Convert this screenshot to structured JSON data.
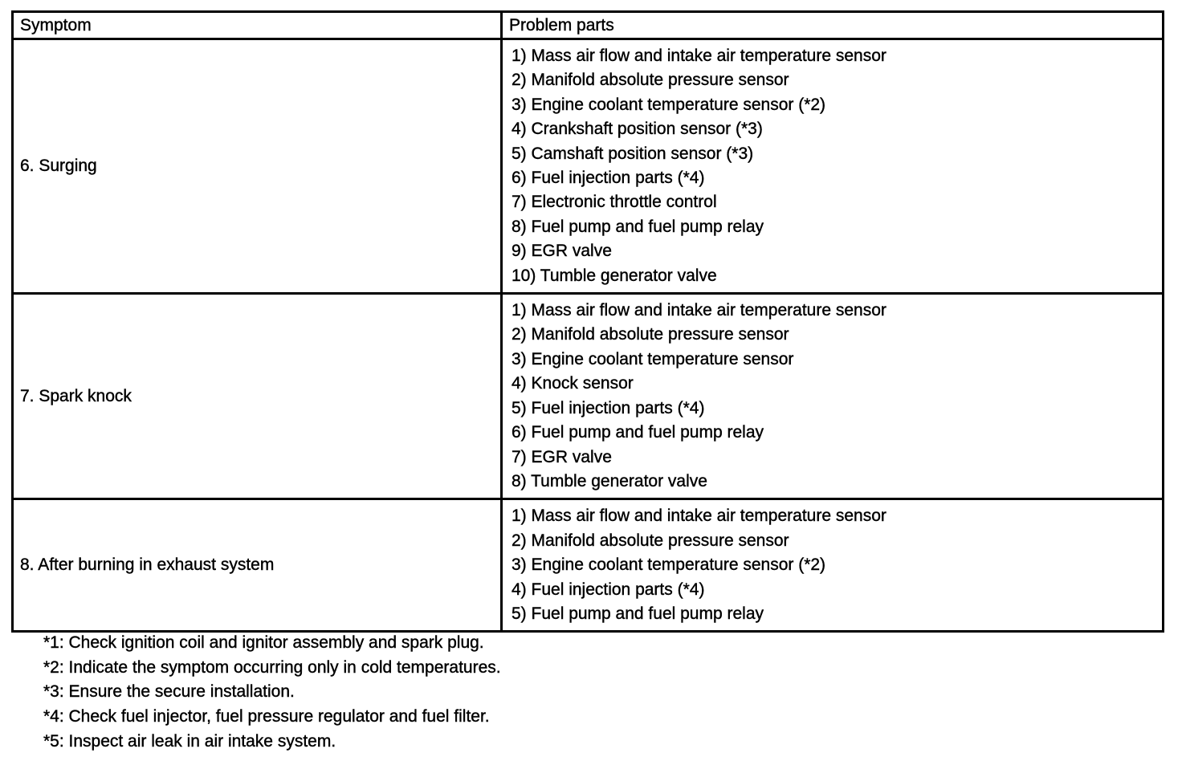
{
  "table": {
    "headers": [
      "Symptom",
      "Problem parts"
    ],
    "rows": [
      {
        "symptom": "6. Surging",
        "parts": [
          "1) Mass air flow and intake air temperature sensor",
          "2) Manifold absolute pressure sensor",
          "3) Engine coolant temperature sensor (*2)",
          "4) Crankshaft position sensor (*3)",
          "5) Camshaft position sensor (*3)",
          "6) Fuel injection parts (*4)",
          "7) Electronic throttle control",
          "8) Fuel pump and fuel pump relay",
          "9) EGR valve",
          "10) Tumble generator valve"
        ]
      },
      {
        "symptom": "7. Spark knock",
        "parts": [
          "1) Mass air flow and intake air temperature sensor",
          "2) Manifold absolute pressure sensor",
          "3) Engine coolant temperature sensor",
          "4) Knock sensor",
          "5) Fuel injection parts (*4)",
          "6) Fuel pump and fuel pump relay",
          "7) EGR valve",
          "8) Tumble generator valve"
        ]
      },
      {
        "symptom": "8. After burning in exhaust system",
        "parts": [
          "1) Mass air flow and intake air temperature sensor",
          "2) Manifold absolute pressure sensor",
          "3) Engine coolant temperature sensor (*2)",
          "4) Fuel injection parts (*4)",
          "5) Fuel pump and fuel pump relay"
        ]
      }
    ]
  },
  "footnotes": [
    "*1: Check ignition coil and ignitor assembly and spark plug.",
    "*2: Indicate the symptom occurring only in cold temperatures.",
    "*3: Ensure the secure installation.",
    "*4: Check fuel injector, fuel pressure regulator and fuel filter.",
    "*5: Inspect air leak in air intake system."
  ],
  "colors": {
    "text": "#000000",
    "background": "#ffffff",
    "border": "#000000"
  }
}
